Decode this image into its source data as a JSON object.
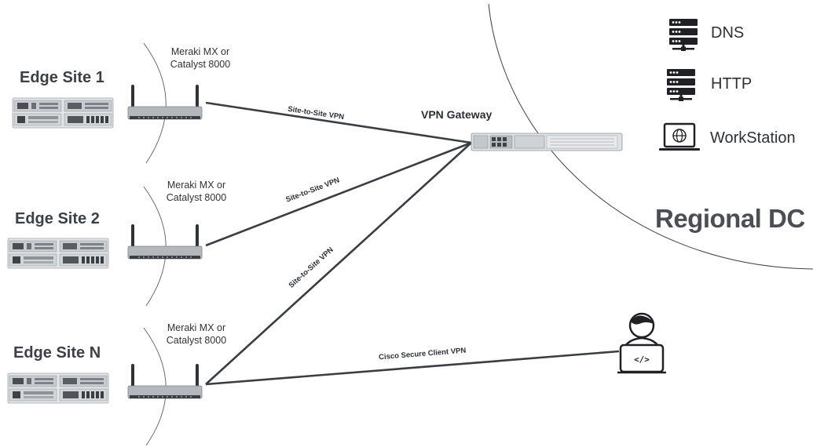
{
  "diagram": {
    "sites": [
      {
        "name": "Edge Site 1",
        "router_label": "Meraki MX or Catalyst 8000"
      },
      {
        "name": "Edge Site 2",
        "router_label": "Meraki MX or Catalyst 8000"
      },
      {
        "name": "Edge Site N",
        "router_label": "Meraki MX or Catalyst 8000"
      }
    ],
    "links": [
      {
        "label": "Site-to-Site VPN"
      },
      {
        "label": "Site-to-Site VPN"
      },
      {
        "label": "Site-to-Site VPN"
      },
      {
        "label": "Cisco Secure Client VPN"
      }
    ],
    "gateway": {
      "label": "VPN Gateway"
    },
    "datacenter": {
      "label": "Regional DC",
      "services": [
        {
          "label": "DNS",
          "icon": "server-icon"
        },
        {
          "label": "HTTP",
          "icon": "server-icon"
        },
        {
          "label": "WorkStation",
          "icon": "laptop-globe-icon"
        }
      ]
    },
    "remote_user": {
      "icon": "developer-laptop-icon"
    }
  }
}
